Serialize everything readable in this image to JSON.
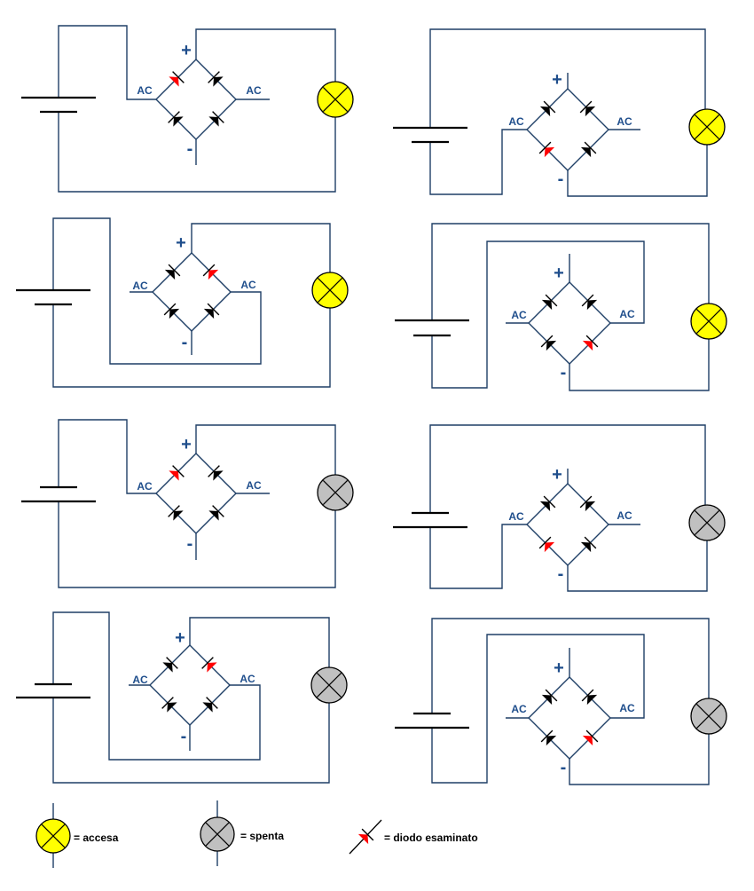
{
  "colors": {
    "wire": "#1f3f66",
    "battery": "#000000",
    "text": "#1f4e8c",
    "diode": "#000000",
    "diode_examined": "#ff0000",
    "lamp_on": "#ffff00",
    "lamp_off": "#c0c0c0",
    "lamp_outline": "#000000"
  },
  "labels": {
    "ac": "AC",
    "plus": "+",
    "minus": "-"
  },
  "legend": {
    "on": "= accesa",
    "off": "= spenta",
    "examined": "= diodo esaminato"
  },
  "circuits": [
    {
      "name": "top-left",
      "lamp": "on",
      "examined_diode": "top-left",
      "battery": "long-top"
    },
    {
      "name": "top-right",
      "lamp": "on",
      "examined_diode": "bottom-left",
      "battery": "long-top"
    },
    {
      "name": "second-left",
      "lamp": "on",
      "examined_diode": "top-right",
      "battery": "long-top"
    },
    {
      "name": "second-right",
      "lamp": "on",
      "examined_diode": "bottom-right",
      "battery": "long-top"
    },
    {
      "name": "third-left",
      "lamp": "off",
      "examined_diode": "top-left",
      "battery": "long-bottom"
    },
    {
      "name": "third-right",
      "lamp": "off",
      "examined_diode": "bottom-left",
      "battery": "long-bottom"
    },
    {
      "name": "fourth-left",
      "lamp": "off",
      "examined_diode": "top-right",
      "battery": "long-bottom"
    },
    {
      "name": "fourth-right",
      "lamp": "off",
      "examined_diode": "bottom-right",
      "battery": "long-bottom"
    }
  ]
}
